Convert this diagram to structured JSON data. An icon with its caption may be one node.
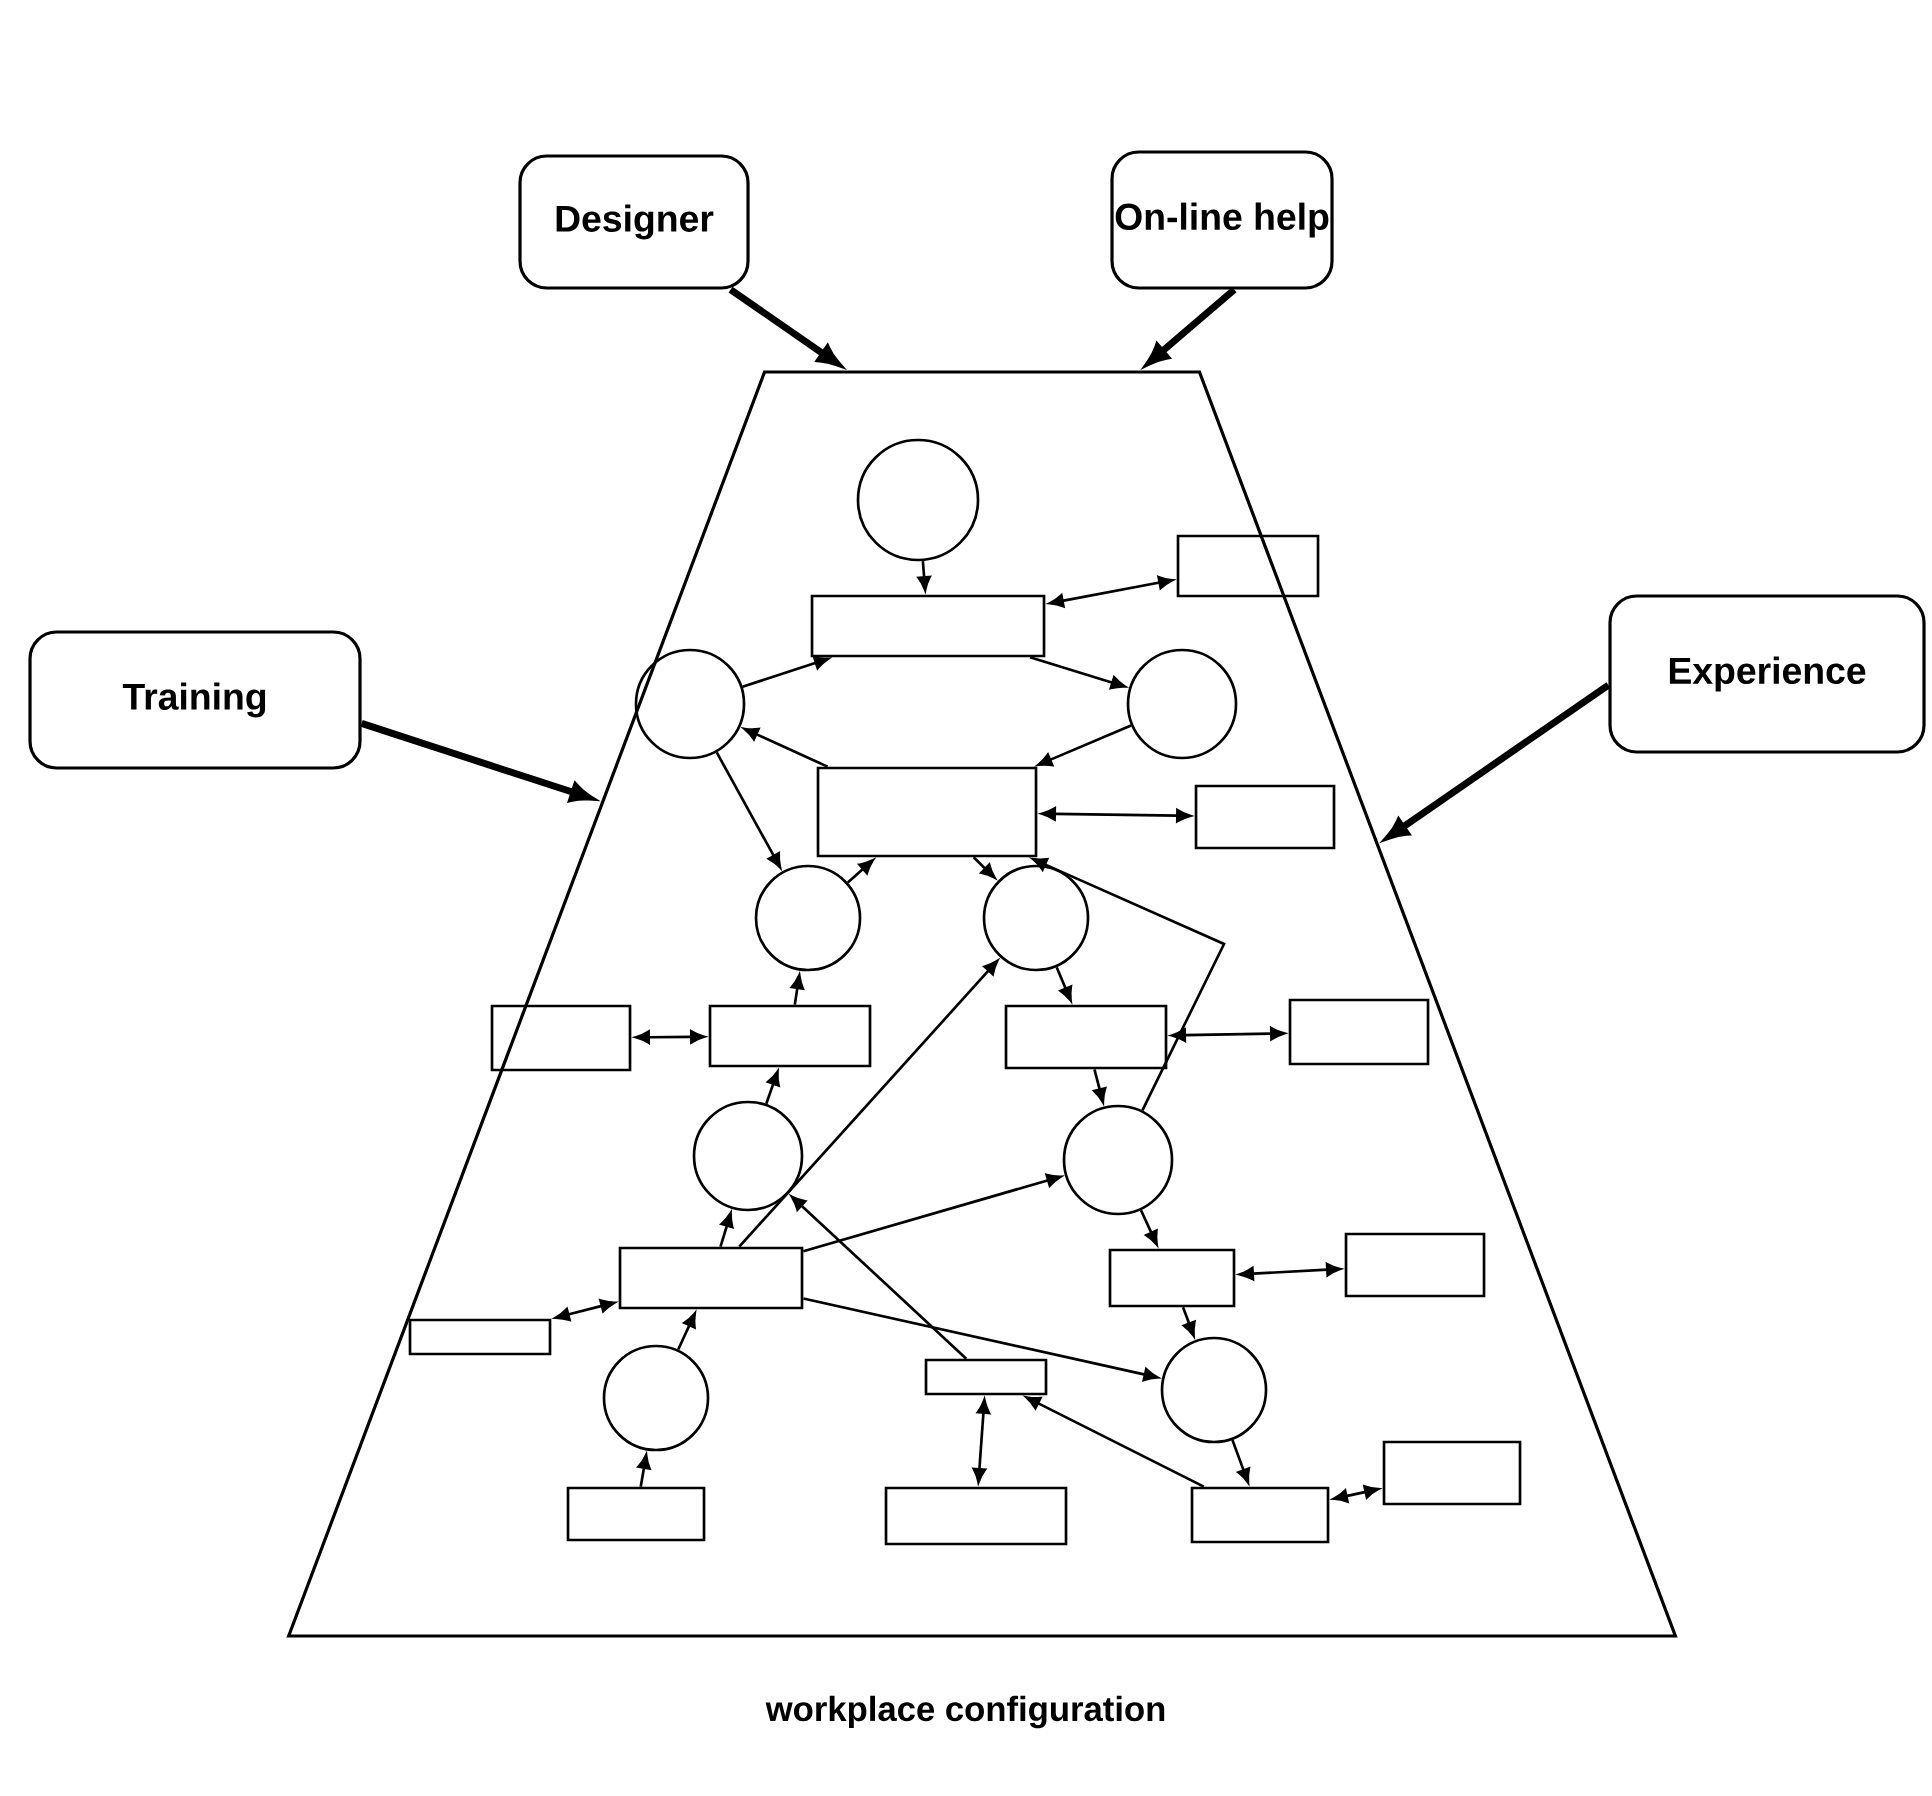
{
  "diagram": {
    "caption": "workplace configuration",
    "nodes": [
      {
        "text": [
          "Designer"
        ]
      },
      {
        "text": [
          "On-line help"
        ]
      },
      {
        "text": [
          "Training"
        ]
      },
      {
        "text": [
          "Experience"
        ]
      },
      {
        "text": [],
        "shape": "trapezoid"
      },
      {
        "text": [],
        "shape": "circle",
        "in": 4
      },
      {
        "text": [],
        "shape": "box",
        "in": 4
      },
      {
        "text": [],
        "shape": "box",
        "in": 4
      },
      {
        "text": [],
        "shape": "circle",
        "in": 4
      },
      {
        "text": [],
        "shape": "circle",
        "in": 4
      },
      {
        "text": [],
        "shape": "box",
        "in": 4
      },
      {
        "text": [],
        "shape": "box",
        "in": 4
      },
      {
        "text": [],
        "shape": "circle",
        "in": 4
      },
      {
        "text": [],
        "shape": "circle",
        "in": 4
      },
      {
        "text": [],
        "shape": "box",
        "in": 4
      },
      {
        "text": [],
        "shape": "box",
        "in": 4
      },
      {
        "text": [],
        "shape": "box",
        "in": 4
      },
      {
        "text": [],
        "shape": "box",
        "in": 4
      },
      {
        "text": [],
        "shape": "circle",
        "in": 4
      },
      {
        "text": [],
        "shape": "circle",
        "in": 4
      },
      {
        "text": [],
        "shape": "box",
        "in": 4
      },
      {
        "text": [],
        "shape": "box",
        "in": 4
      },
      {
        "text": [],
        "shape": "box",
        "in": 4
      },
      {
        "text": [],
        "shape": "box",
        "in": 4
      },
      {
        "text": [],
        "shape": "box",
        "in": 4
      },
      {
        "text": [],
        "shape": "circle",
        "in": 4
      },
      {
        "text": [],
        "shape": "circle",
        "in": 4
      },
      {
        "text": [],
        "shape": "box",
        "in": 4
      },
      {
        "text": [],
        "shape": "box",
        "in": 4
      },
      {
        "text": [],
        "shape": "box",
        "in": 4
      },
      {
        "text": [],
        "shape": "box",
        "in": 4
      }
    ],
    "edges": [
      {
        "from": 0,
        "to": 4,
        "arrow": "to",
        "style": "thick"
      },
      {
        "from": 1,
        "to": 4,
        "arrow": "to",
        "style": "thick"
      },
      {
        "from": 2,
        "to": 4,
        "arrow": "to",
        "style": "thick"
      },
      {
        "from": 3,
        "to": 4,
        "arrow": "to",
        "style": "thick"
      },
      {
        "from": 5,
        "to": 6,
        "arrow": "to"
      },
      {
        "from": 6,
        "to": 7,
        "arrow": "both"
      },
      {
        "from": 8,
        "to": 6,
        "arrow": "to"
      },
      {
        "from": 6,
        "to": 9,
        "arrow": "to"
      },
      {
        "from": 9,
        "to": 10,
        "arrow": "to"
      },
      {
        "from": 10,
        "to": 8,
        "arrow": "to"
      },
      {
        "from": 10,
        "to": 11,
        "arrow": "both"
      },
      {
        "from": 8,
        "to": 12,
        "arrow": "to"
      },
      {
        "from": 12,
        "to": 10,
        "arrow": "to"
      },
      {
        "from": 10,
        "to": 13,
        "arrow": "to"
      },
      {
        "from": 19,
        "to": 10,
        "arrow": "to"
      },
      {
        "from": 15,
        "to": 12,
        "arrow": "to"
      },
      {
        "from": 14,
        "to": 15,
        "arrow": "both"
      },
      {
        "from": 13,
        "to": 16,
        "arrow": "to"
      },
      {
        "from": 16,
        "to": 17,
        "arrow": "both"
      },
      {
        "from": 16,
        "to": 19,
        "arrow": "to"
      },
      {
        "from": 18,
        "to": 15,
        "arrow": "to"
      },
      {
        "from": 20,
        "to": 18,
        "arrow": "to"
      },
      {
        "from": 20,
        "to": 13,
        "arrow": "to"
      },
      {
        "from": 20,
        "to": 19,
        "arrow": "to"
      },
      {
        "from": 20,
        "to": 25,
        "arrow": "to"
      },
      {
        "from": 21,
        "to": 20,
        "arrow": "both"
      },
      {
        "from": 26,
        "to": 20,
        "arrow": "to"
      },
      {
        "from": 27,
        "to": 26,
        "arrow": "to"
      },
      {
        "from": 19,
        "to": 22,
        "arrow": "to"
      },
      {
        "from": 22,
        "to": 23,
        "arrow": "both"
      },
      {
        "from": 22,
        "to": 25,
        "arrow": "to"
      },
      {
        "from": 24,
        "to": 18,
        "arrow": "to"
      },
      {
        "from": 24,
        "to": 28,
        "arrow": "both"
      },
      {
        "from": 25,
        "to": 29,
        "arrow": "to"
      },
      {
        "from": 29,
        "to": 24,
        "arrow": "to"
      },
      {
        "from": 29,
        "to": 30,
        "arrow": "both"
      }
    ]
  }
}
